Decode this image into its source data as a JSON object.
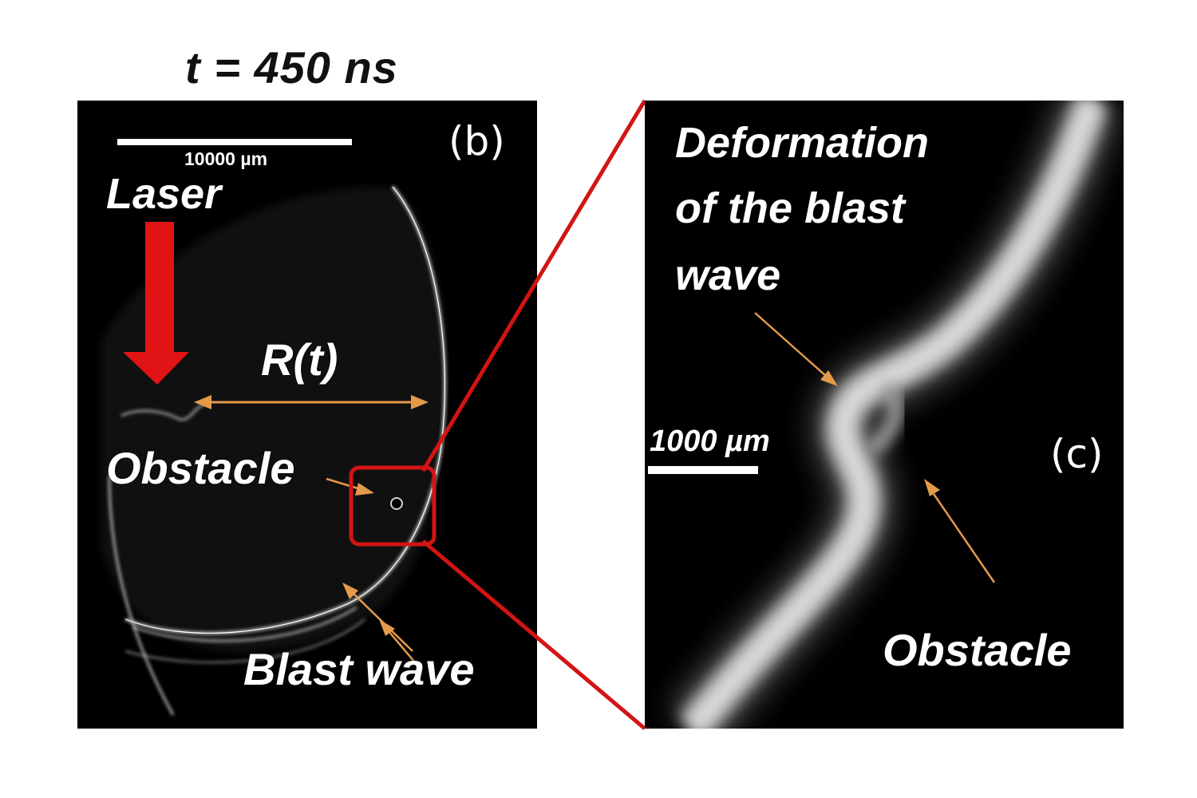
{
  "figure": {
    "title": "t = 450 ns"
  },
  "panel_b": {
    "tag": "(b)",
    "scale_label": "10000 µm",
    "laser_label": "Laser",
    "radius_label": "R(t)",
    "obstacle_label": "Obstacle",
    "blast_label": "Blast wave"
  },
  "panel_c": {
    "tag": "(c)",
    "deformation_label_line1": "Deformation",
    "deformation_label_line2": "of the blast",
    "deformation_label_line3": "wave",
    "scale_label": "1000 µm",
    "obstacle_label": "Obstacle"
  },
  "colors": {
    "background": "#000000",
    "wave": "#d8d8d8",
    "arrow_annotation": "#e39a4b",
    "laser_arrow": "#e01414",
    "zoom_box": "#d21414"
  }
}
